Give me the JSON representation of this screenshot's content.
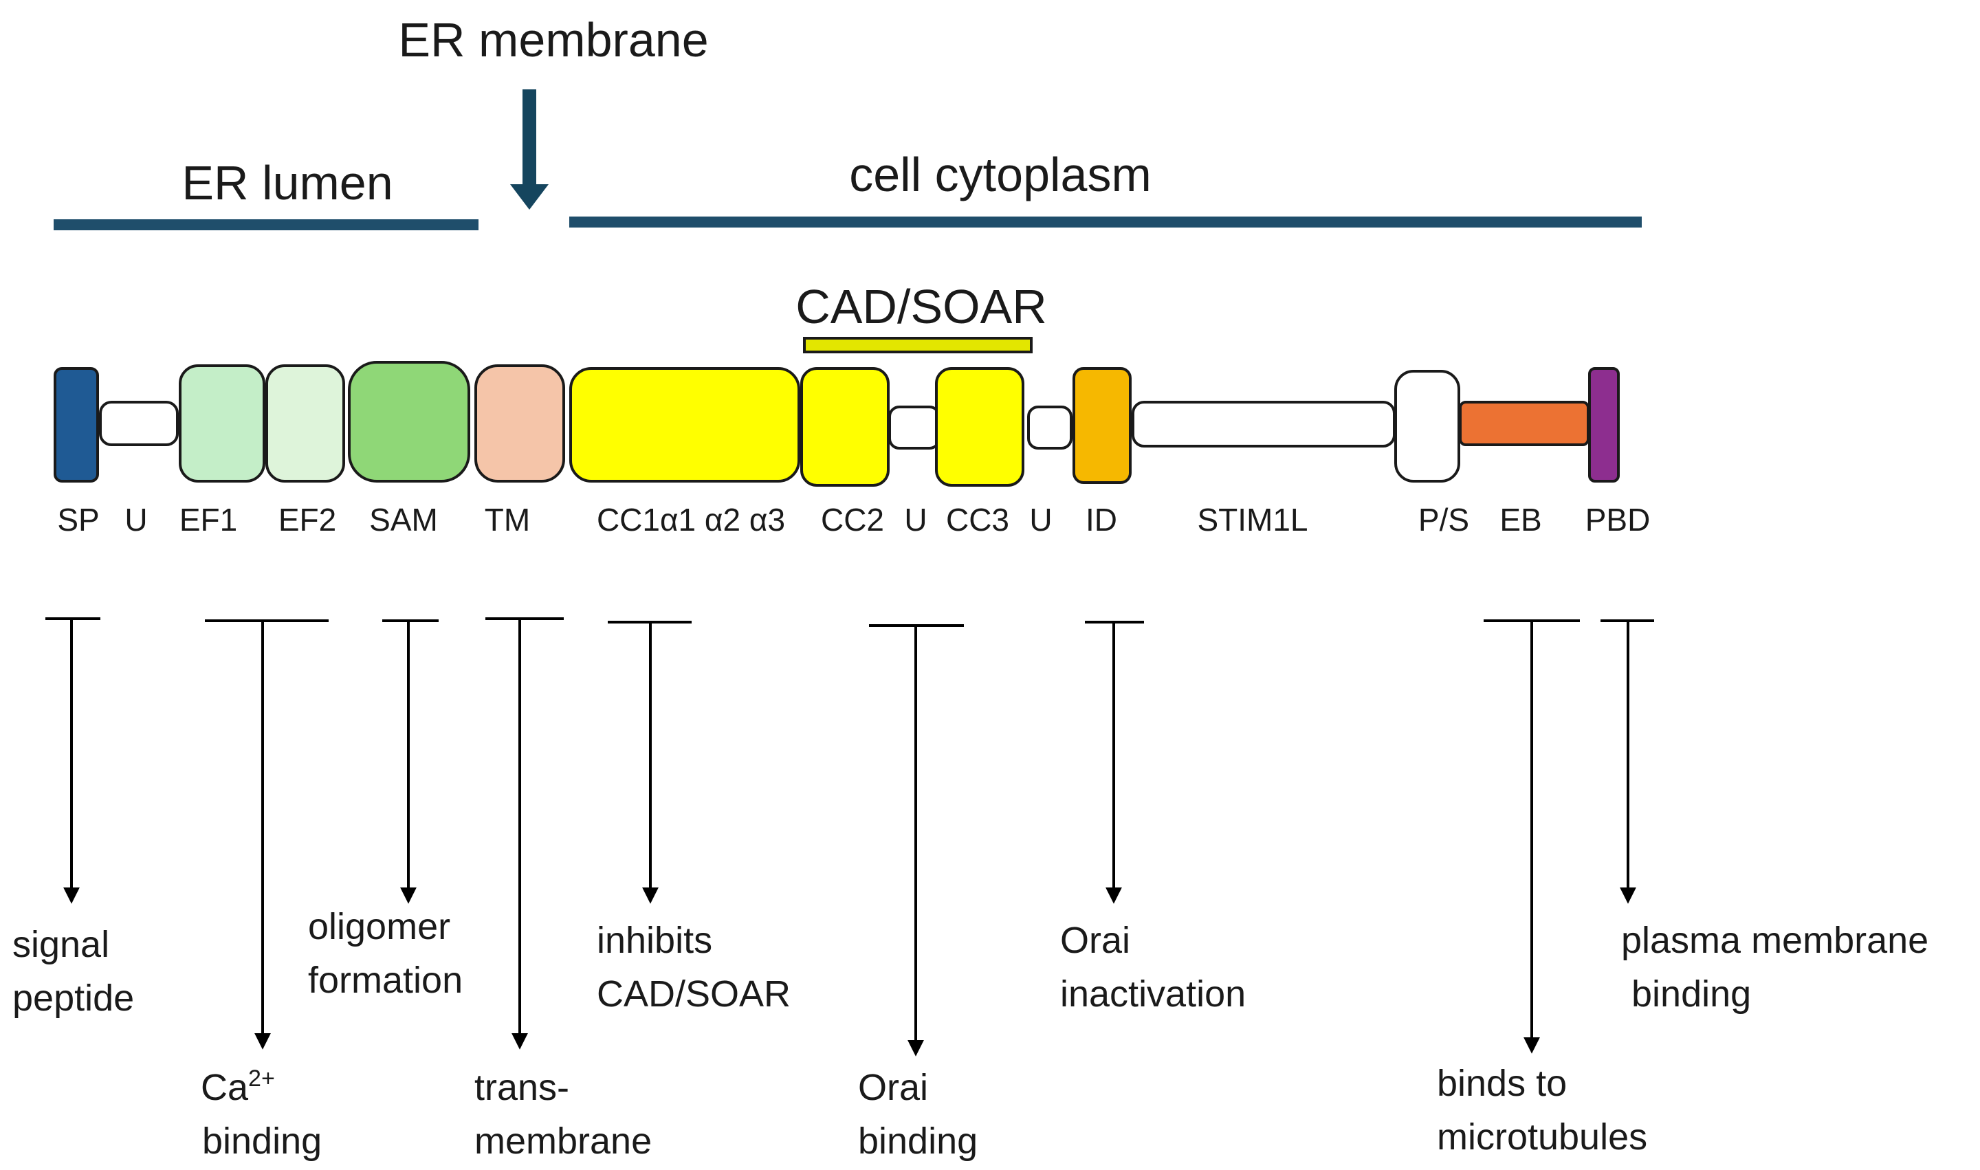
{
  "header": {
    "er_membrane": "ER membrane",
    "er_lumen": "ER lumen",
    "cytoplasm": "cell cytoplasm",
    "cad_soar": "CAD/SOAR"
  },
  "domains": {
    "sp": "SP",
    "u1": "U",
    "ef1": "EF1",
    "ef2": "EF2",
    "sam": "SAM",
    "tm": "TM",
    "cc1": "CC1α1 α2 α3",
    "cc2": "CC2",
    "u2": "U",
    "cc3": "CC3",
    "u3": "U",
    "id": "ID",
    "stim1l": "STIM1L",
    "ps": "P/S",
    "eb": "EB",
    "pbd": "PBD"
  },
  "colors": {
    "membrane_bar": "#1f4e6b",
    "arrow": "#15455e",
    "sp": "#1f5a94",
    "ef1": "#c4eec8",
    "ef2": "#def4da",
    "sam": "#8fd777",
    "tm": "#f5c5a9",
    "cc": "#ffff00",
    "cad_bar": "#e3e600",
    "id": "#f6b800",
    "eb": "#ec7233",
    "pbd": "#8d2e8f",
    "linker": "#ffffff"
  },
  "functions": {
    "signal_peptide": [
      "signal",
      "peptide"
    ],
    "ca_binding": {
      "ca": "Ca",
      "sup": "2+",
      "line2": "binding"
    },
    "oligomer": [
      "oligomer",
      "formation"
    ],
    "transmembrane": [
      "trans-",
      "membrane"
    ],
    "inhibits": [
      "inhibits",
      "CAD/SOAR"
    ],
    "orai_binding": [
      "Orai",
      "binding"
    ],
    "orai_inactivation": [
      "Orai",
      "inactivation"
    ],
    "microtubules": [
      "binds to",
      "microtubules"
    ],
    "pm_binding": [
      "plasma membrane",
      " binding"
    ]
  }
}
